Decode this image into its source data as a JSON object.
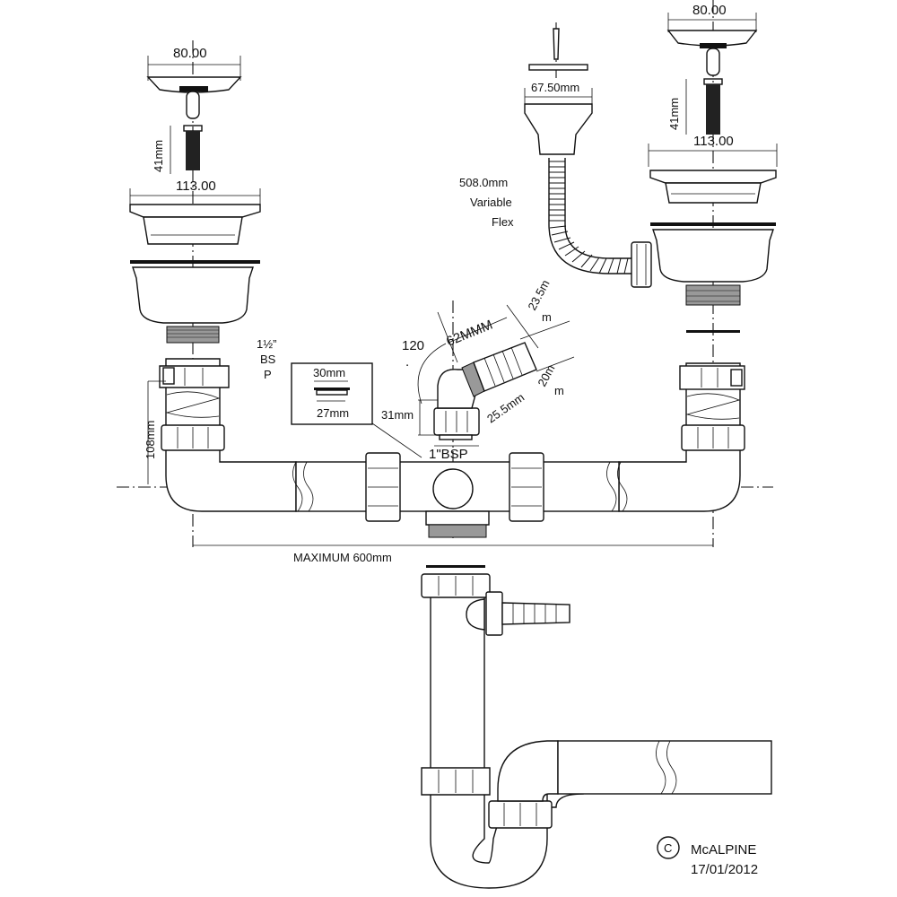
{
  "left_strainer": {
    "basket_width": "80.00",
    "bolt_length": "41mm",
    "flange_width": "113.00"
  },
  "right_strainer": {
    "basket_width": "80.00",
    "bolt_length": "41mm",
    "flange_width": "113.00"
  },
  "overflow": {
    "plate_width": "67.50mm",
    "flex_length": "508.0mm",
    "flex_label_1": "Variable",
    "flex_label_2": "Flex"
  },
  "thread": {
    "line1": "1½”",
    "line2": "BS",
    "line3": "P"
  },
  "washer_box": {
    "outer": "30mm",
    "inner": "27mm"
  },
  "height_dim": "108mm",
  "spigot": {
    "angle": "120",
    "angle_dot": ".",
    "length": "62MMM",
    "outer_1": "23.5m",
    "outer_2": "m",
    "inner_1": "20m",
    "inner_2": "m",
    "base_dia": "25.5mm",
    "height": "31mm",
    "thread": "1\"BSP"
  },
  "max_width": "MAXIMUM 600mm",
  "copyright": {
    "symbol": "C",
    "brand": "McALPINE",
    "date": "17/01/2012"
  },
  "colors": {
    "line": "#111111",
    "background": "#ffffff"
  }
}
